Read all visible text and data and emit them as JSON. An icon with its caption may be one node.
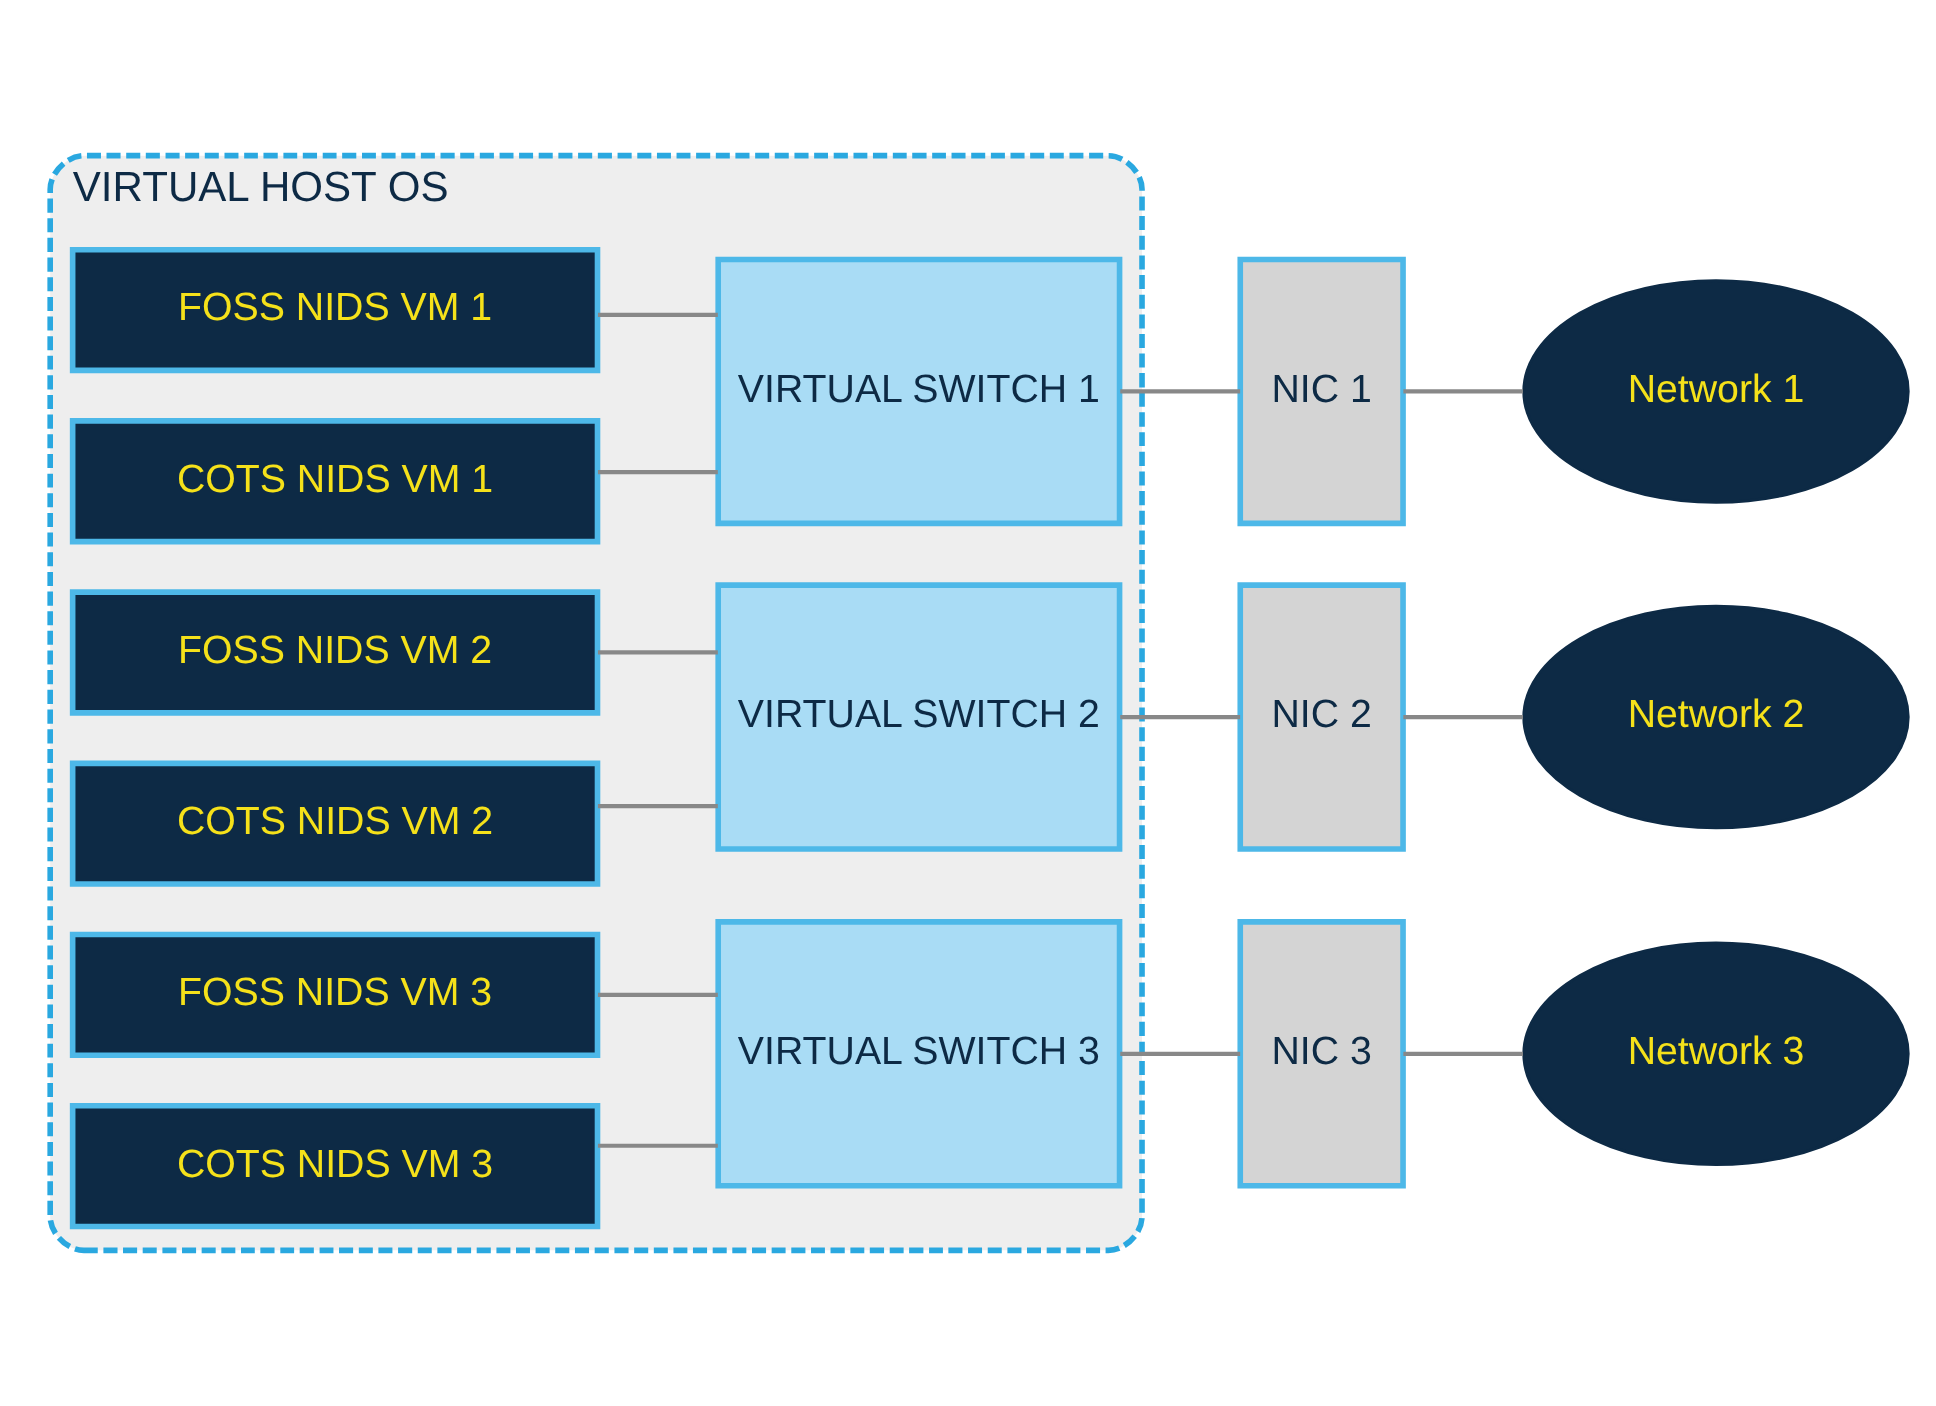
{
  "diagram": {
    "nodes": [
      {
        "text": [
          "VIRTUAL HOST OS"
        ]
      },
      {
        "text": [
          "FOSS NIDS VM 1"
        ],
        "in": 0
      },
      {
        "text": [
          "COTS NIDS VM 1"
        ],
        "in": 0
      },
      {
        "text": [
          "VIRTUAL SWITCH 1"
        ],
        "in": 0
      },
      {
        "text": [
          "NIC 1"
        ]
      },
      {
        "text": [
          "Network 1"
        ]
      },
      {
        "text": [
          "FOSS NIDS VM 2"
        ],
        "in": 0
      },
      {
        "text": [
          "COTS NIDS VM 2"
        ],
        "in": 0
      },
      {
        "text": [
          "VIRTUAL SWITCH 2"
        ],
        "in": 0
      },
      {
        "text": [
          "NIC 2"
        ]
      },
      {
        "text": [
          "Network 2"
        ]
      },
      {
        "text": [
          "FOSS NIDS VM 3"
        ],
        "in": 0
      },
      {
        "text": [
          "COTS NIDS VM 3"
        ],
        "in": 0
      },
      {
        "text": [
          "VIRTUAL SWITCH 3"
        ],
        "in": 0
      },
      {
        "text": [
          "NIC 3"
        ]
      },
      {
        "text": [
          "Network 3"
        ]
      }
    ],
    "edges": [
      {
        "from": 1,
        "to": 3,
        "arrow": "none"
      },
      {
        "from": 2,
        "to": 3,
        "arrow": "none"
      },
      {
        "from": 3,
        "to": 4,
        "arrow": "none"
      },
      {
        "from": 4,
        "to": 5,
        "arrow": "none"
      },
      {
        "from": 6,
        "to": 8,
        "arrow": "none"
      },
      {
        "from": 7,
        "to": 8,
        "arrow": "none"
      },
      {
        "from": 8,
        "to": 9,
        "arrow": "none"
      },
      {
        "from": 9,
        "to": 10,
        "arrow": "none"
      },
      {
        "from": 11,
        "to": 13,
        "arrow": "none"
      },
      {
        "from": 12,
        "to": 13,
        "arrow": "none"
      },
      {
        "from": 13,
        "to": 14,
        "arrow": "none"
      },
      {
        "from": 14,
        "to": 15,
        "arrow": "none"
      }
    ]
  }
}
